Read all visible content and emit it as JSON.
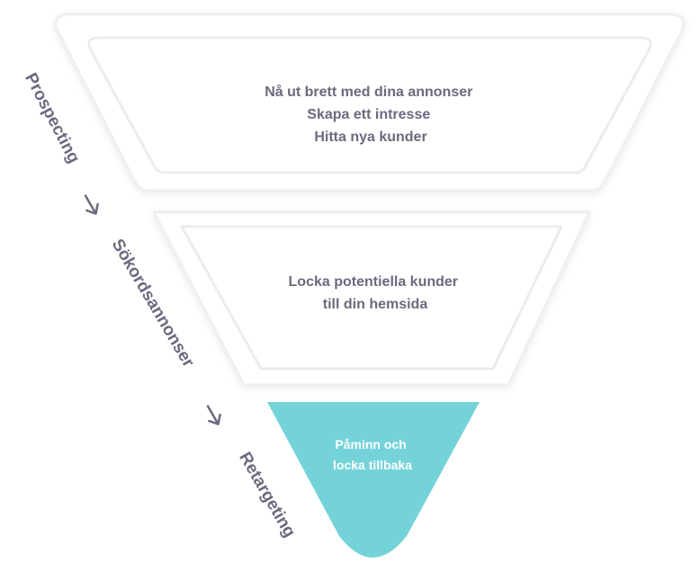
{
  "funnel": {
    "top_stage": {
      "lines": [
        "Nå ut brett med dina annonser",
        "Skapa ett intresse",
        "Hitta nya kunder"
      ]
    },
    "middle_stage": {
      "lines": [
        "Locka potentiella kunder",
        "till din hemsida"
      ]
    },
    "bottom_stage": {
      "lines": [
        "Påminn och",
        "locka tillbaka"
      ]
    }
  },
  "side_labels": {
    "prospecting": "Prospecting",
    "sokordsannonser": "Sökordsannonser",
    "retargeting": "Retargeting"
  },
  "colors": {
    "text": "#6b6a7e",
    "accent": "#74d3d9",
    "accent_text": "#ffffff",
    "shape_fill": "#ffffff",
    "shape_stroke": "#eeeeee"
  }
}
